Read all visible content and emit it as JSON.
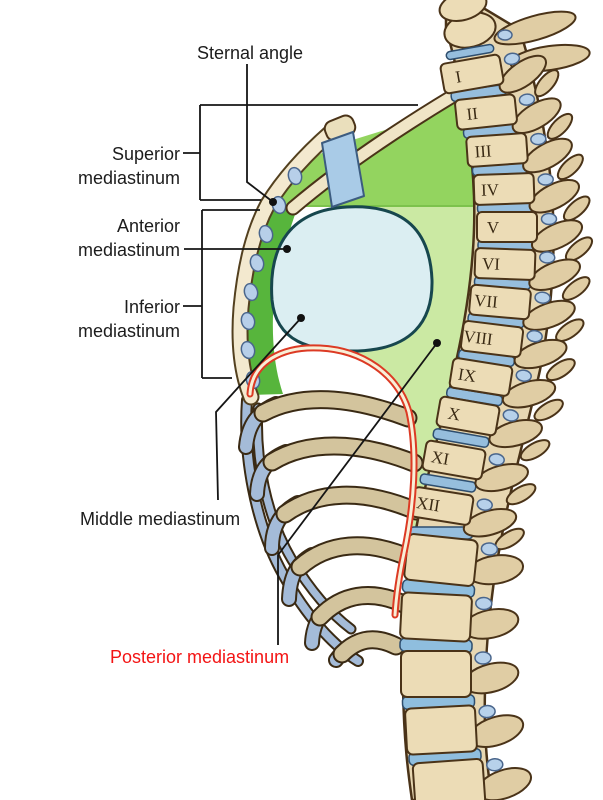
{
  "figure": {
    "description": "Lateral view of thorax showing subdivisions of the mediastinum"
  },
  "labels": {
    "sternal_angle": "Sternal angle",
    "superior": {
      "line1": "Superior",
      "line2": "mediastinum"
    },
    "anterior": {
      "line1": "Anterior",
      "line2": "mediastinum"
    },
    "inferior": {
      "line1": "Inferior",
      "line2": "mediastinum"
    },
    "middle": "Middle mediastinum",
    "posterior": "Posterior mediastinum"
  },
  "spine": {
    "numerals": [
      "I",
      "II",
      "III",
      "IV",
      "V",
      "VI",
      "VII",
      "VIII",
      "IX",
      "X",
      "XI",
      "XII"
    ]
  },
  "colors": {
    "superior_mediastinum": "#93d45f",
    "superior_edge": "#7cc24c",
    "anterior_mediastinum": "#57b53c",
    "posterior_mediastinum_region": "#cbe9a3",
    "middle_mediastinum": "#dbeef2",
    "middle_outline": "#17474e",
    "bone_fill": "#ecdcb6",
    "bone_backdrop": "#e7d7b2",
    "bone_light": "#f3e9cf",
    "bone_outline": "#4a3318",
    "process_fill": "#e0cda4",
    "disc_blue": "#96bedd",
    "facet_blue": "#b7d1ea",
    "cartilage_blue": "#a9cbe7",
    "rib_bone": "#d3c49d",
    "rib_cartilage": "#a4bbd8",
    "rib_outline": "#3a2a14",
    "sternum_bump_blue": "#b7cfe9",
    "diaphragm_line_red": "#dc3a24",
    "diaphragm_line_cream": "#f8efd7",
    "leader_line": "#151515",
    "posterior_label_red": "#f31414",
    "label_text": "#1c1c1c"
  }
}
